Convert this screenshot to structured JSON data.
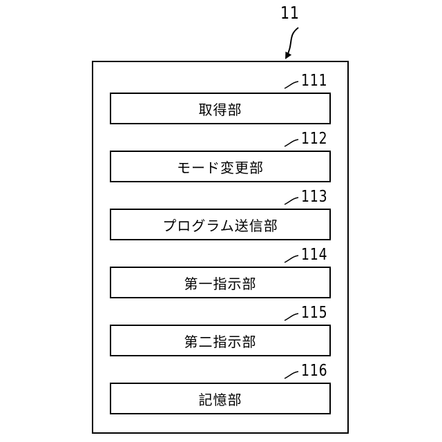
{
  "diagram": {
    "main_reference": "11",
    "components": [
      {
        "reference": "111",
        "label": "取得部"
      },
      {
        "reference": "112",
        "label": "モード変更部"
      },
      {
        "reference": "113",
        "label": "プログラム送信部"
      },
      {
        "reference": "114",
        "label": "第一指示部"
      },
      {
        "reference": "115",
        "label": "第二指示部"
      },
      {
        "reference": "116",
        "label": "記憶部"
      }
    ]
  }
}
